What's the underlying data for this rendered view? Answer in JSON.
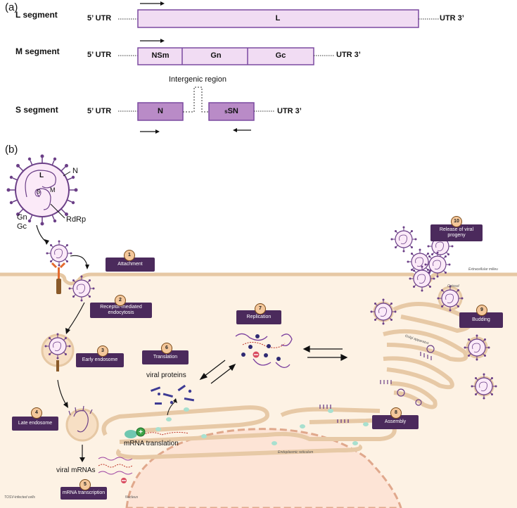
{
  "panel_a": {
    "label": "(a)",
    "l_segment": {
      "name": "L segment",
      "utr5": "5’ UTR",
      "utr3": "UTR 3’",
      "box": "L"
    },
    "m_segment": {
      "name": "M segment",
      "utr5": "5’ UTR",
      "utr3": "UTR 3’",
      "boxes": [
        "NSm",
        "Gn",
        "Gc"
      ]
    },
    "s_segment": {
      "name": "S segment",
      "utr5": "5’ UTR",
      "utr3": "UTR 3’",
      "box_n": "N",
      "box_nss_small": "s",
      "box_nss": "SN",
      "intergenic": "Intergenic region"
    }
  },
  "panel_b": {
    "label": "(b)",
    "virion": {
      "L": "L",
      "M": "M",
      "S": "S",
      "N": "N",
      "gn": "Gn",
      "gc": "Gc",
      "rdrp": "RdRp"
    },
    "steps": [
      {
        "num": "1",
        "label": "Attachment"
      },
      {
        "num": "2",
        "label": "Receptor-mediated endocytosis"
      },
      {
        "num": "3",
        "label": "Early endosome"
      },
      {
        "num": "4",
        "label": "Late endosome"
      },
      {
        "num": "5",
        "label": "mRNA transcription"
      },
      {
        "num": "6",
        "label": "Translation"
      },
      {
        "num": "7",
        "label": "Replication"
      },
      {
        "num": "8",
        "label": "Assembly"
      },
      {
        "num": "9",
        "label": "Budding"
      },
      {
        "num": "10",
        "label": "Release of viral progeny"
      }
    ],
    "notes": {
      "viral_proteins": "viral proteins",
      "mrna_translation": "mRNA translation",
      "viral_mrnas": "viral mRNAs",
      "extracellular": "Extracellular milieu",
      "cytosol": "Cytosol",
      "er": "Endoplasmic reticulum",
      "golgi": "Golgi apparatus",
      "nucleus": "Nucleus",
      "infected": "TOSV-infected cells"
    }
  }
}
